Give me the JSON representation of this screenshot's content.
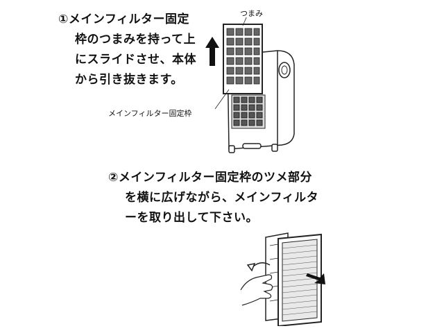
{
  "step1": {
    "lines": [
      "①メインフィルター固定",
      "枠のつまみを持って上",
      "にスライドさせ、本体",
      "から引き抜きます。"
    ]
  },
  "step2": {
    "lines": [
      "②メインフィルター固定枠のツメ部分",
      "を横に広げながら、メインフィルタ",
      "ーを取り出して下さい。"
    ]
  },
  "callouts": {
    "knob": "つまみ",
    "frame": "メインフィルター固定枠"
  }
}
